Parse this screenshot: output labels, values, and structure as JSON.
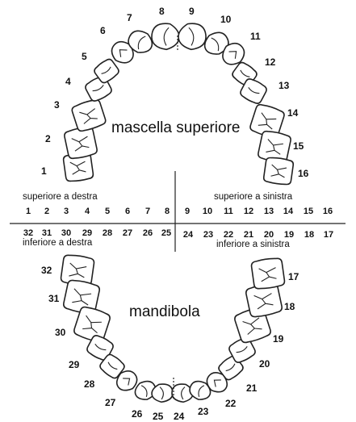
{
  "titles": {
    "upper_jaw": "mascella superiore",
    "lower_jaw": "mandibola"
  },
  "quadrants": {
    "upper_right": "superiore a destra",
    "upper_left": "superiore a sinistra",
    "lower_right": "inferiore a destra",
    "lower_left": "inferiore a sinistra"
  },
  "upper_arch_numbers": [
    "1",
    "2",
    "3",
    "4",
    "5",
    "6",
    "7",
    "8",
    "9",
    "10",
    "11",
    "12",
    "13",
    "14",
    "15",
    "16"
  ],
  "lower_arch_numbers": [
    "32",
    "31",
    "30",
    "29",
    "28",
    "27",
    "26",
    "25",
    "24",
    "23",
    "22",
    "21",
    "20",
    "19",
    "18",
    "17"
  ],
  "upper_row": [
    "1",
    "2",
    "3",
    "4",
    "5",
    "6",
    "7",
    "8",
    "9",
    "10",
    "11",
    "12",
    "13",
    "14",
    "15",
    "16"
  ],
  "lower_row": [
    "32",
    "31",
    "30",
    "29",
    "28",
    "27",
    "26",
    "25",
    "24",
    "23",
    "22",
    "21",
    "20",
    "19",
    "18",
    "17"
  ]
}
